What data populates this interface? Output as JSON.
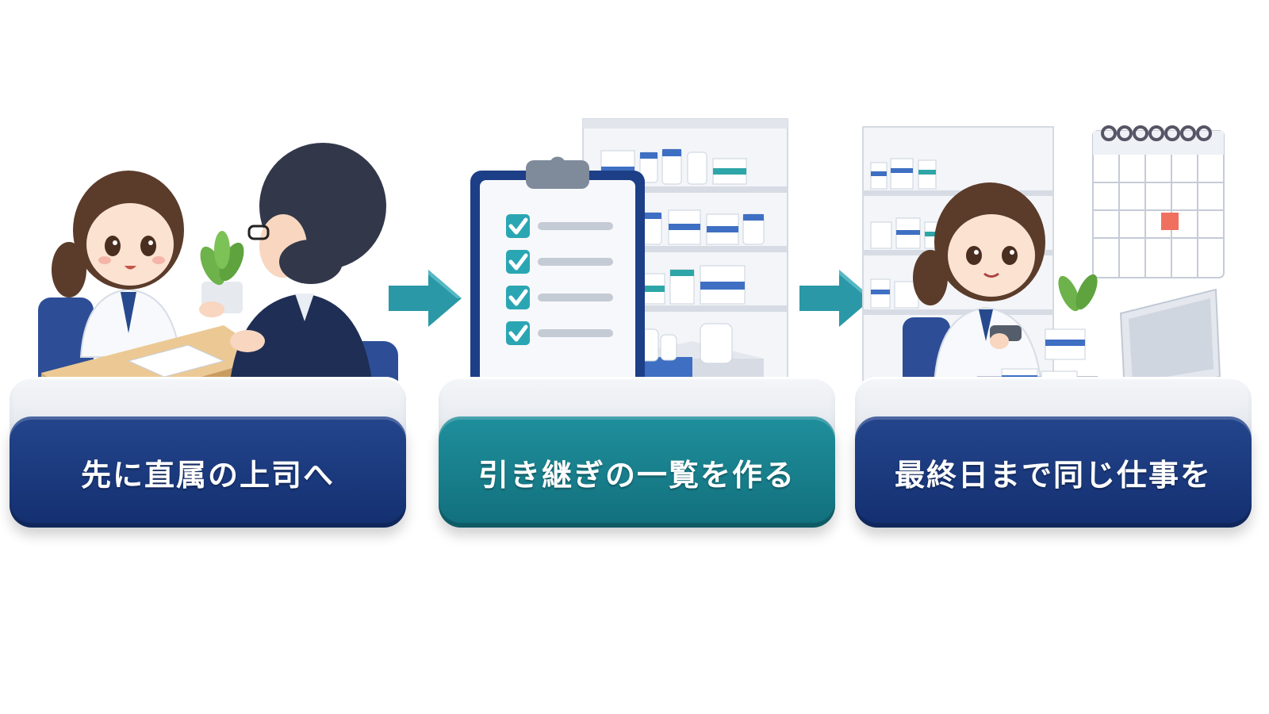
{
  "steps": [
    {
      "label": "先に直属の上司へ"
    },
    {
      "label": "引き継ぎの一覧を作る"
    },
    {
      "label": "最終日まで同じ仕事を"
    }
  ],
  "colors": {
    "navy": "#1a3a80",
    "teal": "#1a8591",
    "arrow": "#2a98a6",
    "calendar_mark": "#f07060"
  },
  "icons": [
    "consultation-scene-icon",
    "checklist-clipboard-icon",
    "medicine-shelf-icon",
    "pharmacist-desk-icon",
    "calendar-icon",
    "arrow-right-icon"
  ]
}
